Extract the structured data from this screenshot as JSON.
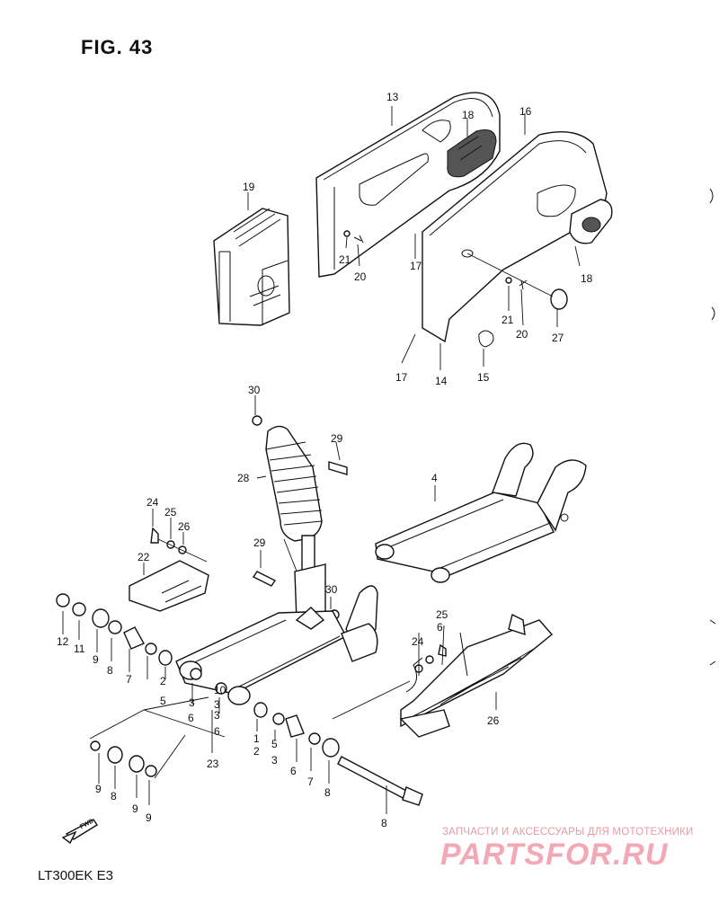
{
  "figure_title": "FIG. 43",
  "model": "LT300EK  E3",
  "fwd_label": "FWD",
  "watermark_small": "ЗАПЧАСТИ И АКСЕССУАРЫ ДЛЯ МОТОТЕХНИКИ",
  "watermark_big": "PARTSFOR.RU",
  "callouts": [
    "13",
    "18",
    "16",
    "19",
    "21",
    "20",
    "17",
    "18",
    "21",
    "20",
    "27",
    "17",
    "14",
    "15",
    "30",
    "29",
    "28",
    "4",
    "24",
    "25",
    "26",
    "22",
    "29",
    "30",
    "12",
    "11",
    "9",
    "8",
    "7",
    "2",
    "5",
    "3",
    "6",
    "3",
    "6",
    "3",
    "6",
    "25",
    "24",
    "26",
    "23",
    "1",
    "2",
    "5",
    "3",
    "6",
    "7",
    "8",
    "9",
    "8",
    "9",
    "9",
    "8",
    "10"
  ]
}
